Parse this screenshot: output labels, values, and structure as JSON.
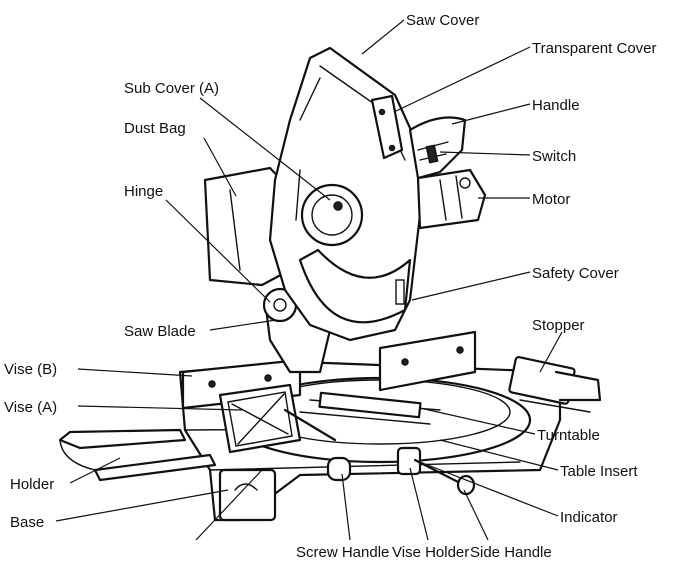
{
  "labels": {
    "saw_cover": "Saw Cover",
    "transparent_cover": "Transparent Cover",
    "sub_cover_a": "Sub Cover (A)",
    "handle": "Handle",
    "dust_bag": "Dust Bag",
    "switch": "Switch",
    "hinge": "Hinge",
    "motor": "Motor",
    "safety_cover": "Safety Cover",
    "saw_blade": "Saw Blade",
    "stopper": "Stopper",
    "vise_b": "Vise (B)",
    "vise_a": "Vise (A)",
    "turntable": "Turntable",
    "holder": "Holder",
    "table_insert": "Table Insert",
    "base": "Base",
    "indicator": "Indicator",
    "screw_handle": "Screw Handle",
    "vise_holder": "Vise Holder",
    "side_handle": "Side Handle"
  }
}
